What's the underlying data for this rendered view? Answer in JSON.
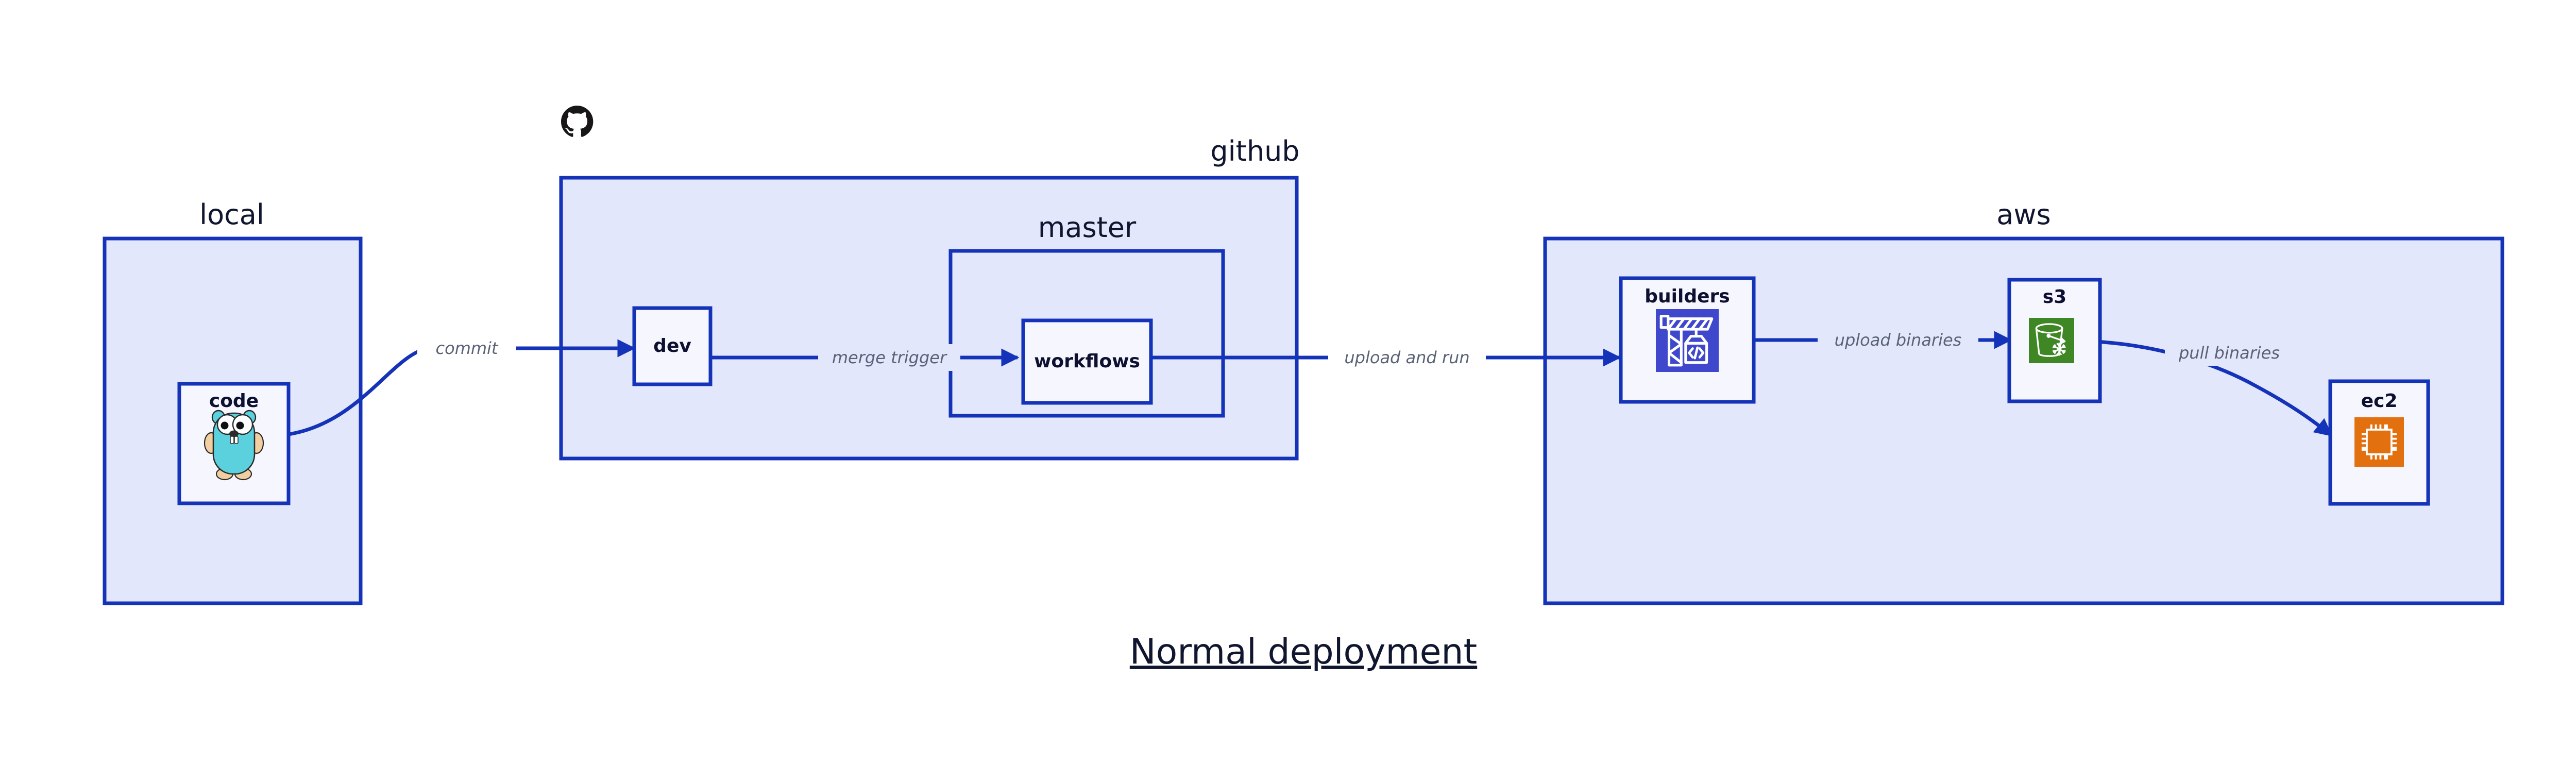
{
  "diagram": {
    "title": "Normal deployment",
    "background": "#ffffff",
    "accent_color": "#1433b8",
    "container_fill": "#e2e7fb",
    "node_fill": "#eceffd",
    "label_color": "#10162f",
    "edge_label_color": "#5a6277"
  },
  "containers": [
    {
      "id": "local",
      "label": "local"
    },
    {
      "id": "github",
      "label": "github"
    },
    {
      "id": "master",
      "label": "master"
    },
    {
      "id": "aws",
      "label": "aws"
    }
  ],
  "nodes": [
    {
      "id": "code",
      "label": "code",
      "icon": "go-gopher-icon",
      "icon_color": "#5bd1de"
    },
    {
      "id": "dev",
      "label": "dev",
      "icon": "none",
      "icon_color": ""
    },
    {
      "id": "workflows",
      "label": "workflows",
      "icon": "none",
      "icon_color": ""
    },
    {
      "id": "builders",
      "label": "builders",
      "icon": "aws-codebuild-icon",
      "icon_color": "#3f48cc"
    },
    {
      "id": "s3",
      "label": "s3",
      "icon": "aws-s3-glacier-icon",
      "icon_color": "#3f8624"
    },
    {
      "id": "ec2",
      "label": "ec2",
      "icon": "aws-ec2-chip-icon",
      "icon_color": "#e2700f"
    }
  ],
  "edges": [
    {
      "id": "code-to-dev",
      "from": "code",
      "to": "dev",
      "label": "commit"
    },
    {
      "id": "dev-to-workflows",
      "from": "dev",
      "to": "workflows",
      "label": "merge trigger"
    },
    {
      "id": "workflows-to-builders",
      "from": "workflows",
      "to": "builders",
      "label": "upload and run"
    },
    {
      "id": "builders-to-s3",
      "from": "builders",
      "to": "s3",
      "label": "upload binaries"
    },
    {
      "id": "s3-to-ec2",
      "from": "s3",
      "to": "ec2",
      "label": "pull binaries"
    }
  ],
  "logos": [
    {
      "id": "github-logo",
      "name": "github-octocat-icon",
      "color": "#181616"
    }
  ]
}
